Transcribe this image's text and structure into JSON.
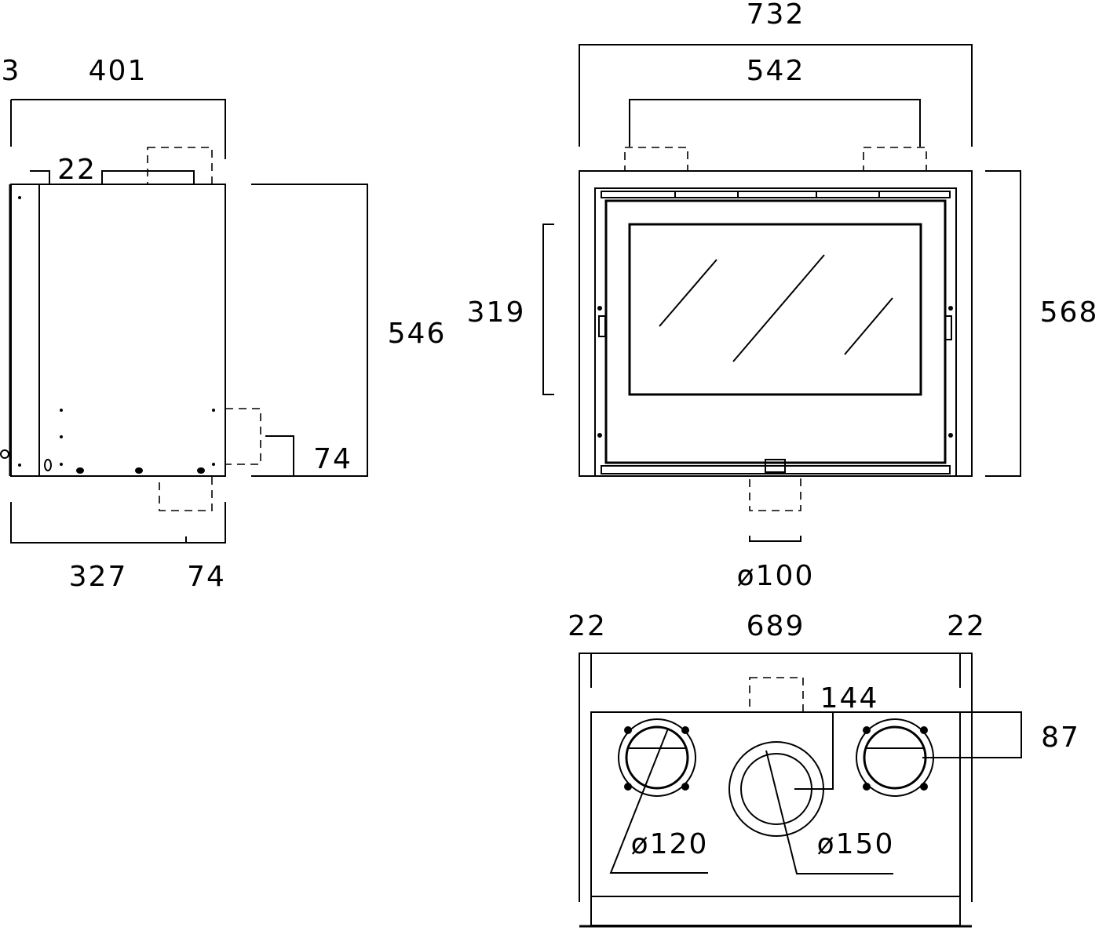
{
  "side_view": {
    "dim_offset": "3",
    "dim_depth_total": "401",
    "dim_top_inset": "22",
    "dim_height": "546",
    "dim_side_outlet_height": "74",
    "dim_bottom_depth": "327",
    "dim_bottom_outlet": "74"
  },
  "front_view": {
    "dim_overall_width": "732",
    "dim_flue_spacing": "542",
    "dim_glass_height": "319",
    "dim_overall_height": "568",
    "dim_bottom_outlet_diameter": "ø100"
  },
  "top_view": {
    "dim_left_margin": "22",
    "dim_width": "689",
    "dim_right_margin": "22",
    "dim_center_offset": "144",
    "dim_side_offset": "87",
    "dim_side_outlet_diameter": "ø120",
    "dim_center_outlet_diameter": "ø150"
  }
}
